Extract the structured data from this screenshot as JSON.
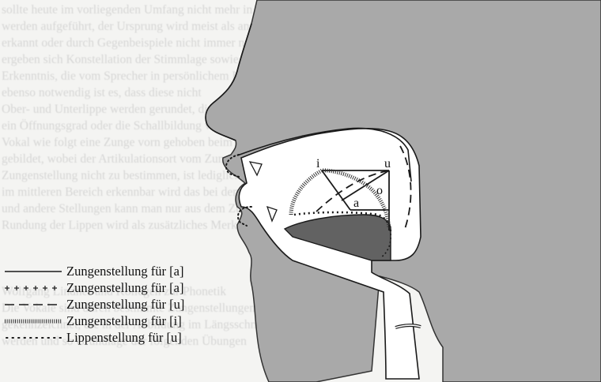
{
  "background_text": [
    "sollte heute im vorliegenden Umfang nicht mehr in unveränderter Form",
    "werden aufgeführt, der Ursprung wird meist als an sich einfach, aber sie beginnen",
    "erkannt oder durch Gegenbeispiele nicht immer nur ganz wenigen der daraus",
    "ergeben sich Konstellation der Stimmlage sowie die Artikulation angeben, und",
    "Erkenntnis, die vom Sprecher in persönlichem Kontakt mit ihm",
    "ebenso notwendig ist es, dass diese nicht",
    "Ober- und Unterlippe werden gerundet, die Zunge bewegt sich nach hinten",
    "ein Öffnungsgrad oder die Schallbildung verändert sich beim Sprechen",
    "Vokal wie folgt eine Zunge vorn gehoben beim Laut i zum Gaumen",
    "gebildet, wobei der Artikulationsort vom Zungenrücken bestimmt wird",
    "Zungenstellung nicht zu bestimmen, ist lediglich möglich wenn",
    "im mittleren Bereich erkennbar wird das bei den u-Lauten",
    "und andere Stellungen kann man nur aus dem Zusammenhang",
    "Rundung der Lippen wird als zusätzliches Merkmal",
    "",
    "",
    "",
    "Wolfgang Lindner und Kollegen zur Phonetik",
    "Die Vokale sind durch bestimmte Zungenstellungen",
    "gekennzeichnet, die in der Abbildung im Längsschnitt dargestellt",
    "werden und so Grundlage der folgenden Übungen"
  ],
  "labels": {
    "vowel_i": "i",
    "vowel_u": "u",
    "vowel_a": "a",
    "vowel_o": "o"
  },
  "legend": [
    {
      "label": "Zungenstellung für [a]",
      "style": "solid"
    },
    {
      "label": "Zungenstellung für [a]",
      "style": "plus"
    },
    {
      "label": "Zungenstellung für [u]",
      "style": "dashed"
    },
    {
      "label": "Zungenstellung für [i]",
      "style": "hatched"
    },
    {
      "label": "Lippenstellung für [u]",
      "style": "dotted"
    }
  ],
  "colors": {
    "head_fill": "#a9a9a9",
    "mouth_fill": "#ffffff",
    "tongue_fill": "#626262",
    "line": "#1a1a1a"
  }
}
